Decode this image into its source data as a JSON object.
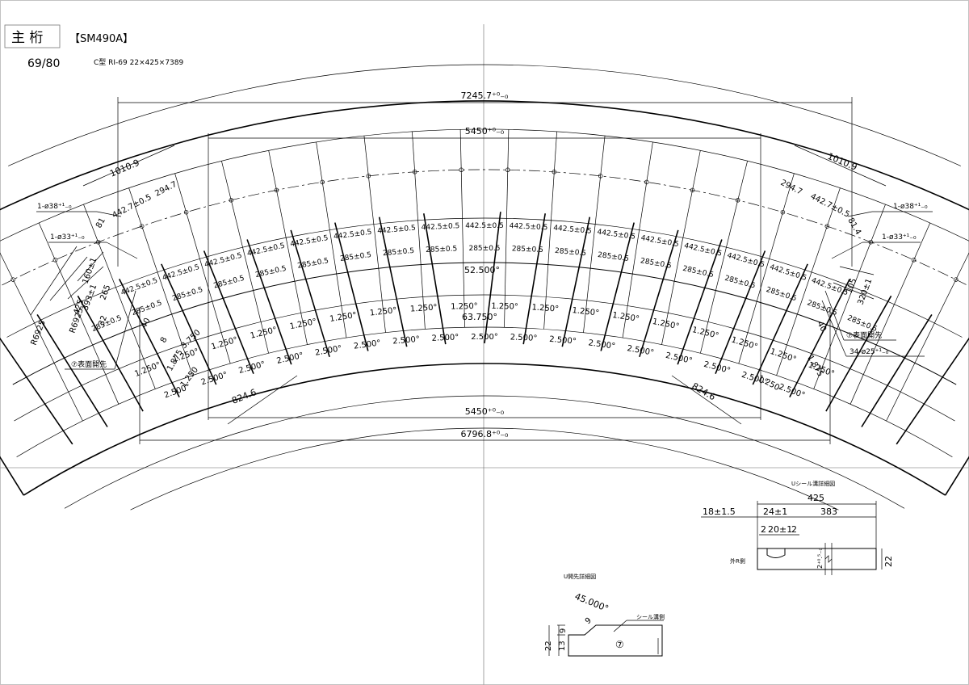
{
  "sheet": {
    "member_label": "主 桁",
    "material": "【SM490A】",
    "piece_count": "69/80",
    "part_spec": "C型 RI-69 22×425×7389"
  },
  "main_view": {
    "dim_overall_top": "7245.7⁺⁰₋₀",
    "dim_inner_top": "5450⁺⁰₋₀",
    "dim_inner_bottom": "5450⁺⁰₋₀",
    "dim_overall_bottom": "6796.8⁺⁰₋₀",
    "dim_end_left": "1010.9",
    "dim_end_right": "1010.9",
    "dim_chord_left": "824.6",
    "dim_chord_right": "824.6",
    "angle_inner": "52.500°",
    "angle_outer": "63.750°",
    "hole_note_38_left": "1-ø38⁺¹₋₀",
    "hole_note_38_right": "1-ø38⁺¹₋₀",
    "hole_note_33_left": "1-ø33⁺¹₋₀",
    "hole_note_33_right": "1-ø33⁺¹₋₀",
    "hole_note_25": "34-ø25⁺¹₋₀",
    "bevel_note_left": "⑦表面開先",
    "bevel_note_right": "⑦表面開先",
    "pitch_285": "285±0.5",
    "pitch_442": "442.5±0.5",
    "seg_2500": "2.500°",
    "seg_1250": "1.250°",
    "left_end_dims": [
      "160±1",
      "265",
      "393±1",
      "425",
      "R6925",
      "R6925",
      "32"
    ],
    "left_small_dims": [
      "40",
      "8",
      "1.875",
      "3.750",
      "1.250"
    ],
    "right_end_dims": [
      "294.7",
      "442.7±0.5",
      "81.4"
    ],
    "left_top_dims": [
      "442.7±0.5",
      "294.7",
      "81"
    ],
    "right_small_dims": [
      "105",
      "320±1",
      "40",
      "1.875",
      "1.250"
    ]
  },
  "detail_u_seal": {
    "title": "Uシール溝詳細図",
    "width": "425",
    "dim_a": "18±1.5",
    "dim_b": "24±1",
    "dim_c": "383",
    "dim_d": "2",
    "dim_e": "20±1",
    "dim_f": "2",
    "depth": "2⁺⁰.⁵₋₀",
    "thickness": "22",
    "side_label": "外R側"
  },
  "detail_u_bevel": {
    "title": "U開先詳細図",
    "angle": "45.000°",
    "dim_9a": "9",
    "dim_9b": "9",
    "dim_13": "13",
    "dim_22": "22",
    "seal_label": "シール溝側",
    "circle_mark": "⑦"
  }
}
